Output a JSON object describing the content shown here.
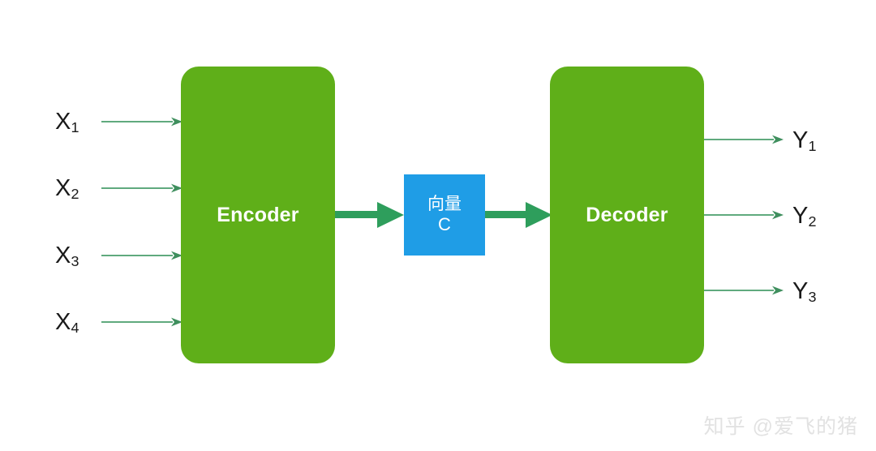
{
  "diagram": {
    "title": "Encoder-Decoder sequence to sequence architecture",
    "background_color": "#ffffff",
    "block_color": "#5faf19",
    "vector_color": "#1f9de6",
    "thin_arrow_color": "#4a9e6b",
    "thick_arrow_color": "#2e9e5c",
    "label_color": "#1a1a1a",
    "watermark_color": "#e2e2e2"
  },
  "encoder": {
    "label": "Encoder"
  },
  "decoder": {
    "label": "Decoder"
  },
  "vector": {
    "line1": "向量",
    "line2": "C"
  },
  "inputs": [
    {
      "base": "X",
      "sub": "1"
    },
    {
      "base": "X",
      "sub": "2"
    },
    {
      "base": "X",
      "sub": "3"
    },
    {
      "base": "X",
      "sub": "4"
    }
  ],
  "outputs": [
    {
      "base": "Y",
      "sub": "1"
    },
    {
      "base": "Y",
      "sub": "2"
    },
    {
      "base": "Y",
      "sub": "3"
    }
  ],
  "watermark": {
    "text": "知乎 @爱飞的猪"
  }
}
